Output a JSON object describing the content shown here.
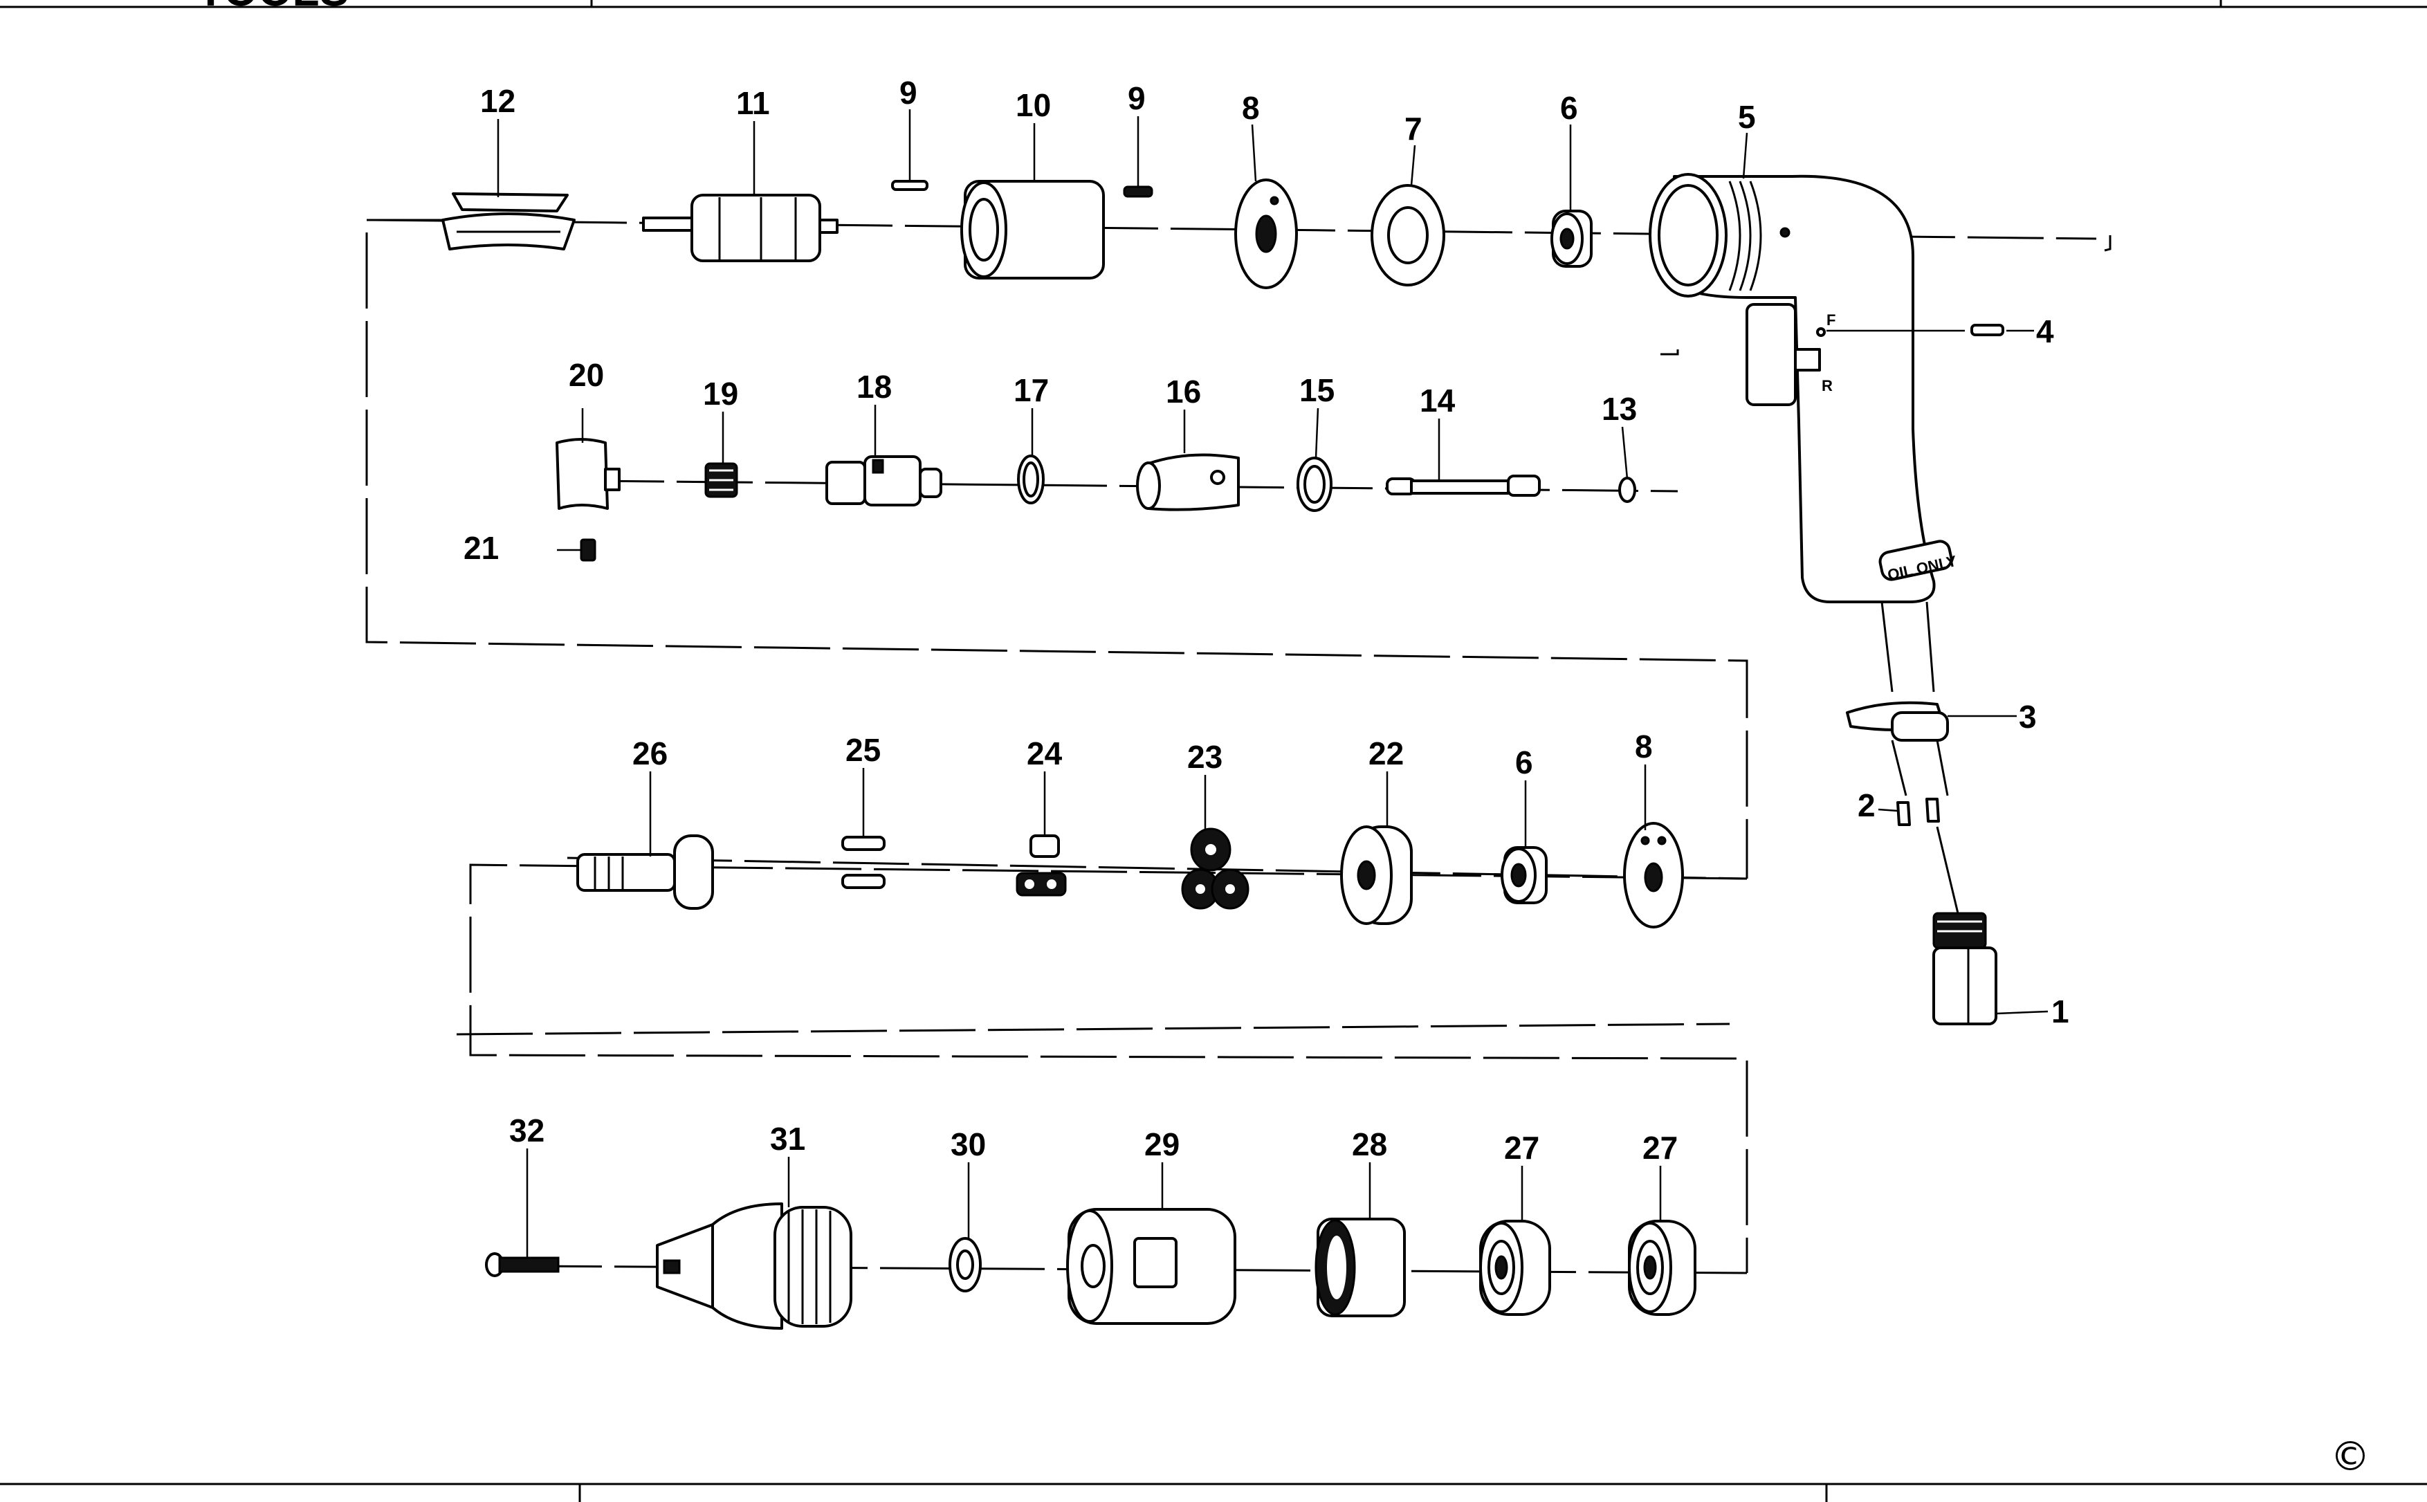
{
  "header": {
    "brand_fragment": "TOOLS"
  },
  "footer": {
    "copyright_symbol": "©"
  },
  "trigger_marks": {
    "forward": "F",
    "reverse": "R"
  },
  "handle_label": "OIL ONLY",
  "part_numbers": {
    "p1": "1",
    "p2": "2",
    "p3": "3",
    "p4": "4",
    "p5": "5",
    "p6a": "6",
    "p6b": "6",
    "p7": "7",
    "p8a": "8",
    "p8b": "8",
    "p9a": "9",
    "p9b": "9",
    "p10": "10",
    "p11": "11",
    "p12": "12",
    "p13": "13",
    "p14": "14",
    "p15": "15",
    "p16": "16",
    "p17": "17",
    "p18": "18",
    "p19": "19",
    "p20": "20",
    "p21": "21",
    "p22": "22",
    "p23": "23",
    "p24": "24",
    "p25": "25",
    "p26": "26",
    "p27a": "27",
    "p27b": "27",
    "p28": "28",
    "p29": "29",
    "p30": "30",
    "p31": "31",
    "p32": "32"
  }
}
